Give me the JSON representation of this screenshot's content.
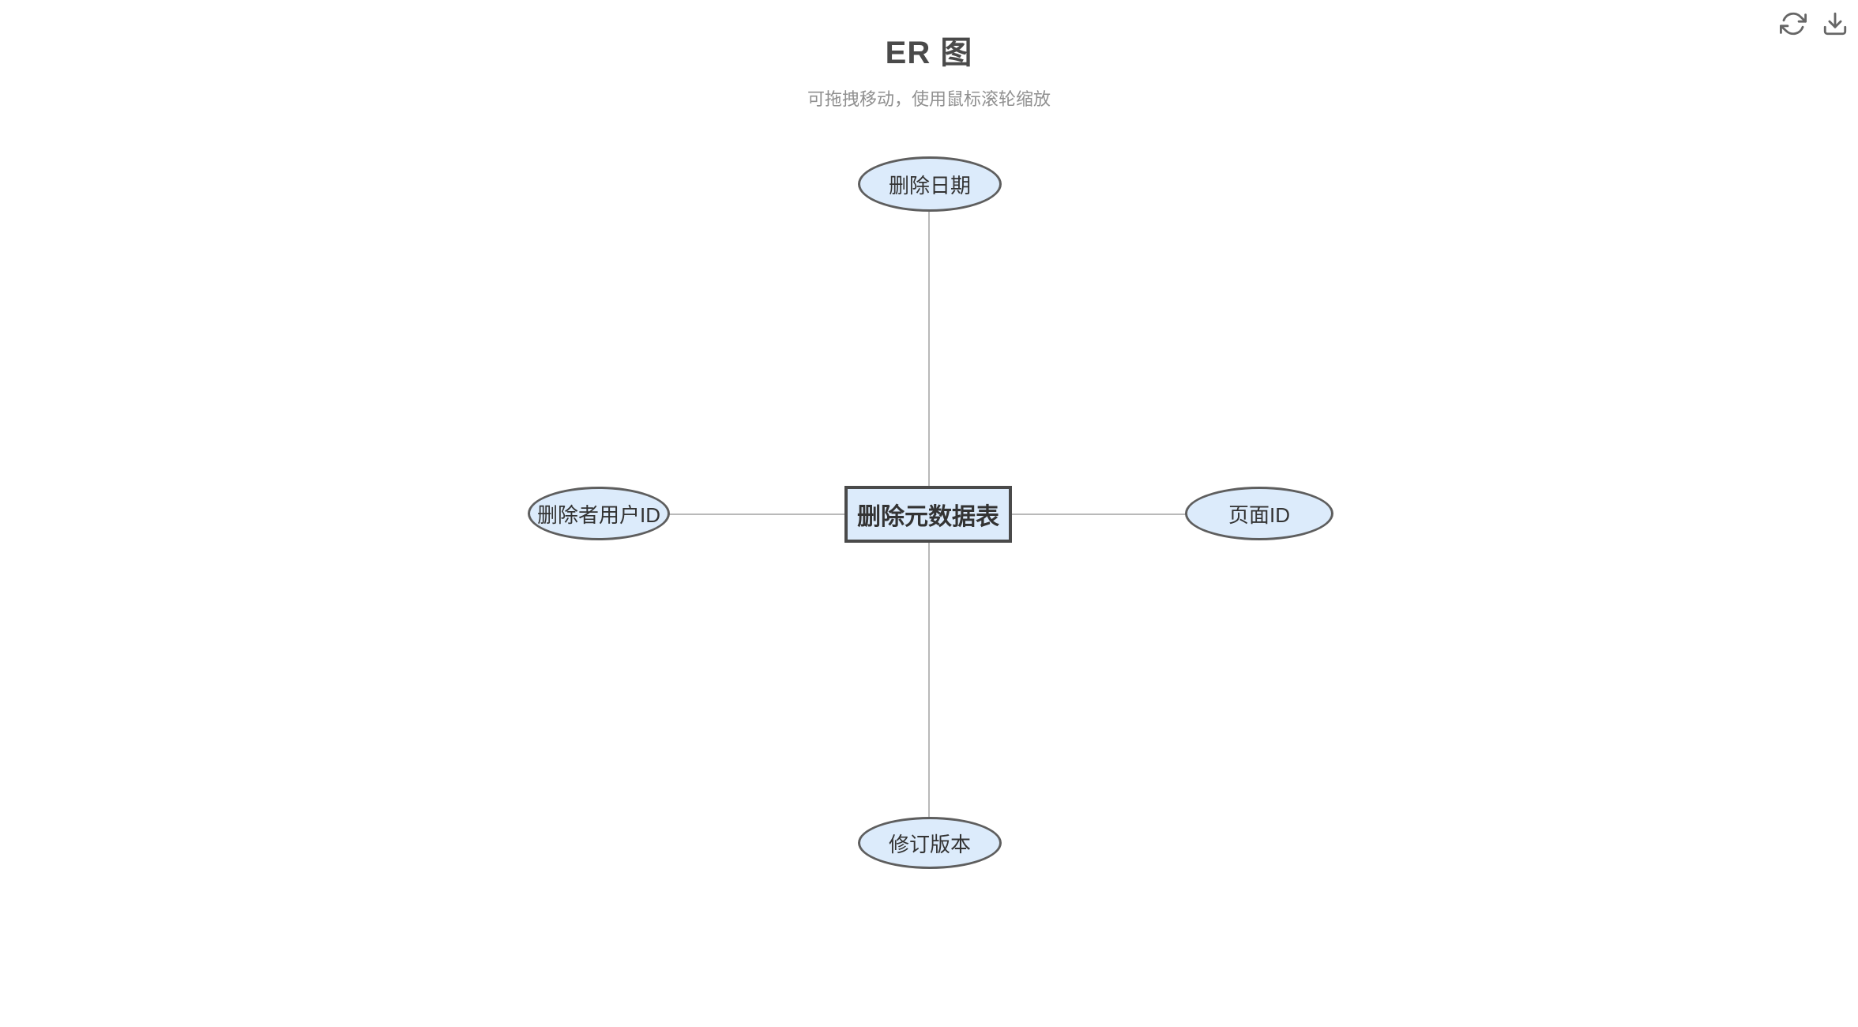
{
  "header": {
    "title": "ER 图",
    "subtitle": "可拖拽移动，使用鼠标滚轮缩放"
  },
  "toolbar": {
    "refresh_icon": "refresh",
    "download_icon": "download"
  },
  "diagram": {
    "type": "er-diagram",
    "entity": {
      "label": "删除元数据表",
      "shape": "rectangle"
    },
    "attributes": [
      {
        "label": "删除日期",
        "position": "top",
        "shape": "ellipse"
      },
      {
        "label": "删除者用户ID",
        "position": "left",
        "shape": "ellipse"
      },
      {
        "label": "页面ID",
        "position": "right",
        "shape": "ellipse"
      },
      {
        "label": "修订版本",
        "position": "bottom",
        "shape": "ellipse"
      }
    ],
    "edges": [
      {
        "from": "删除元数据表",
        "to": "删除日期"
      },
      {
        "from": "删除元数据表",
        "to": "删除者用户ID"
      },
      {
        "from": "删除元数据表",
        "to": "页面ID"
      },
      {
        "from": "删除元数据表",
        "to": "修订版本"
      }
    ],
    "colors": {
      "node_fill": "#dcebfb",
      "ellipse_border": "#5e5e5e",
      "entity_border": "#4a4a4a",
      "edge": "#b9b9b9",
      "node_text": "#333333",
      "title_text": "#4a4a4a",
      "subtitle_text": "#909090",
      "icon": "#666666",
      "background": "#ffffff"
    }
  }
}
